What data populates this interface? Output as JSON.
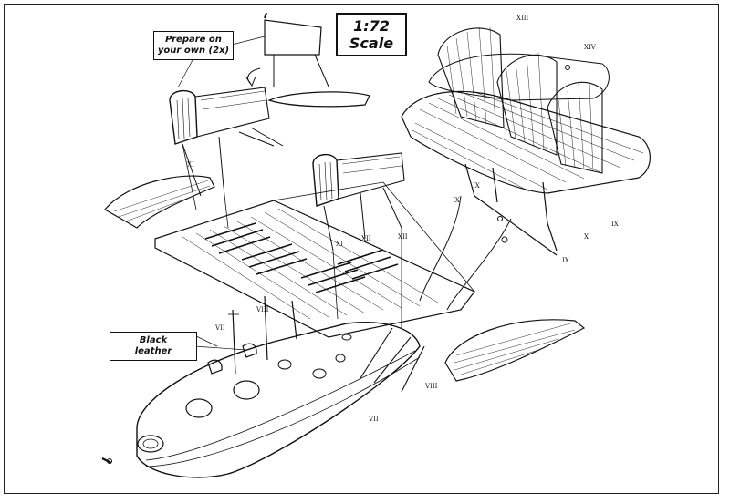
{
  "scale_label": {
    "line1": "1:72",
    "line2": "Scale"
  },
  "callouts": {
    "prepare": {
      "line1": "Prepare on",
      "line2": "your own (2x)"
    },
    "leather": {
      "line1": "Black",
      "line2": "leather"
    }
  },
  "part_numbers": [
    "XIII",
    "XIV",
    "XII",
    "XI",
    "XII",
    "XI",
    "IX",
    "IX",
    "X",
    "IX",
    "IX",
    "VII",
    "VIII",
    "VIII",
    "VII"
  ],
  "colors": {
    "ink": "#111111",
    "paper": "#ffffff"
  }
}
